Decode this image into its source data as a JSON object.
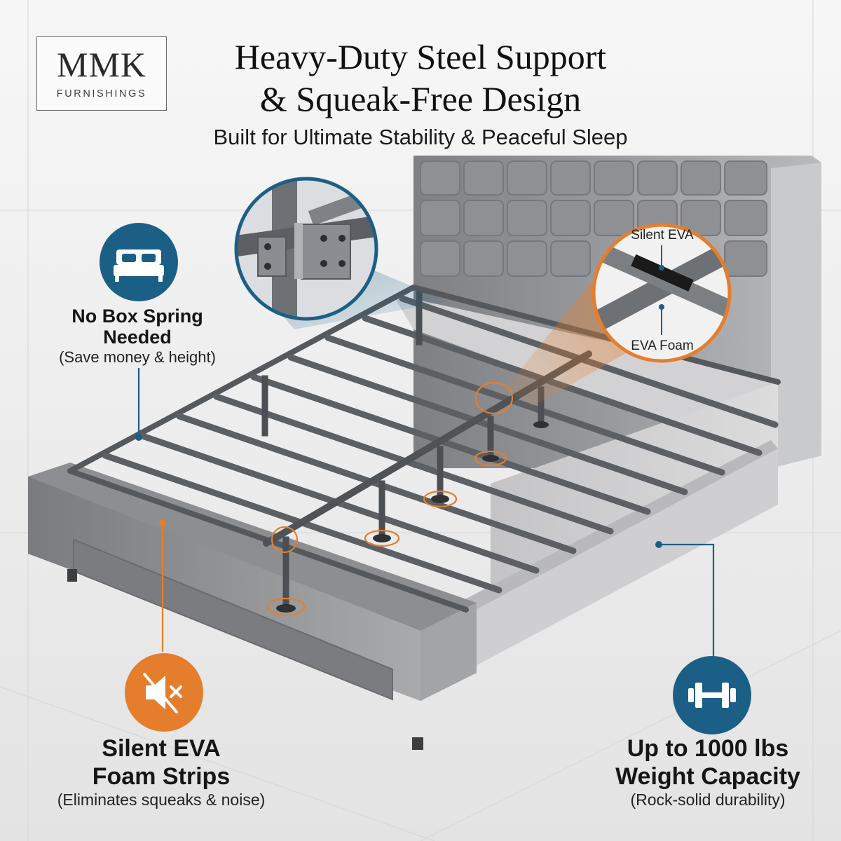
{
  "brand": {
    "name": "MMK",
    "subtitle": "FURNISHINGS"
  },
  "headline": {
    "line1": "Heavy-Duty Steel Support",
    "line2": "& Squeak-Free Design",
    "subtitle": "Built for Ultimate Stability & Peaceful Sleep"
  },
  "callouts": {
    "no_box_spring": {
      "icon": "bed-icon",
      "title_line1": "No Box Spring",
      "title_line2": "Needed",
      "note": "(Save money & height)"
    },
    "silent_strips": {
      "icon": "mute-speaker-icon",
      "title_line1": "Silent EVA",
      "title_line2": "Foam Strips",
      "note": "(Eliminates squeaks & noise)"
    },
    "weight_capacity": {
      "icon": "dumbbell-icon",
      "title_line1": "Up to 1000 lbs",
      "title_line2": "Weight Capacity",
      "note": "(Rock-solid durability)"
    }
  },
  "zoom_labels": {
    "silent_eva": "Silent EVA",
    "eva_foam": "EVA Foam"
  },
  "colors": {
    "accent_blue": "#1c5f86",
    "accent_orange": "#e57e2c",
    "upholstery_gray": "#8b8b8b",
    "steel_gray": "#5c5f63",
    "background": "#f1f1f1"
  }
}
